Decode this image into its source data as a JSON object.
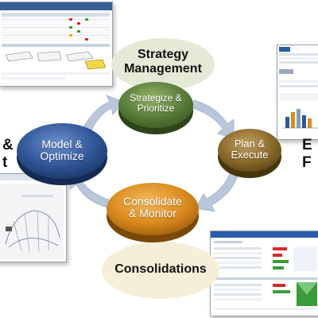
{
  "captions": {
    "strategy_line1": "Strategy",
    "strategy_line2": "Management",
    "consolidations": "Consolidations"
  },
  "cycle": {
    "top": {
      "line1": "Strategize &",
      "line2": "Prioritize"
    },
    "right": {
      "line1": "Plan &",
      "line2": "Execute"
    },
    "bottom": {
      "line1": "Consolidate",
      "line2": "& Monitor"
    },
    "left": {
      "line1": "Model &",
      "line2": "Optimize"
    }
  },
  "partial": {
    "left_line1": "&",
    "left_line2": "t",
    "right_line1": "E",
    "right_line2": "F"
  },
  "colors": {
    "disc_green": "#5a7d3a",
    "disc_brown": "#8a6a2c",
    "disc_orange": "#d98a1e",
    "disc_blue": "#2f5597",
    "arrow": "#b9c7da",
    "caption_blob": "#e4ead6"
  }
}
